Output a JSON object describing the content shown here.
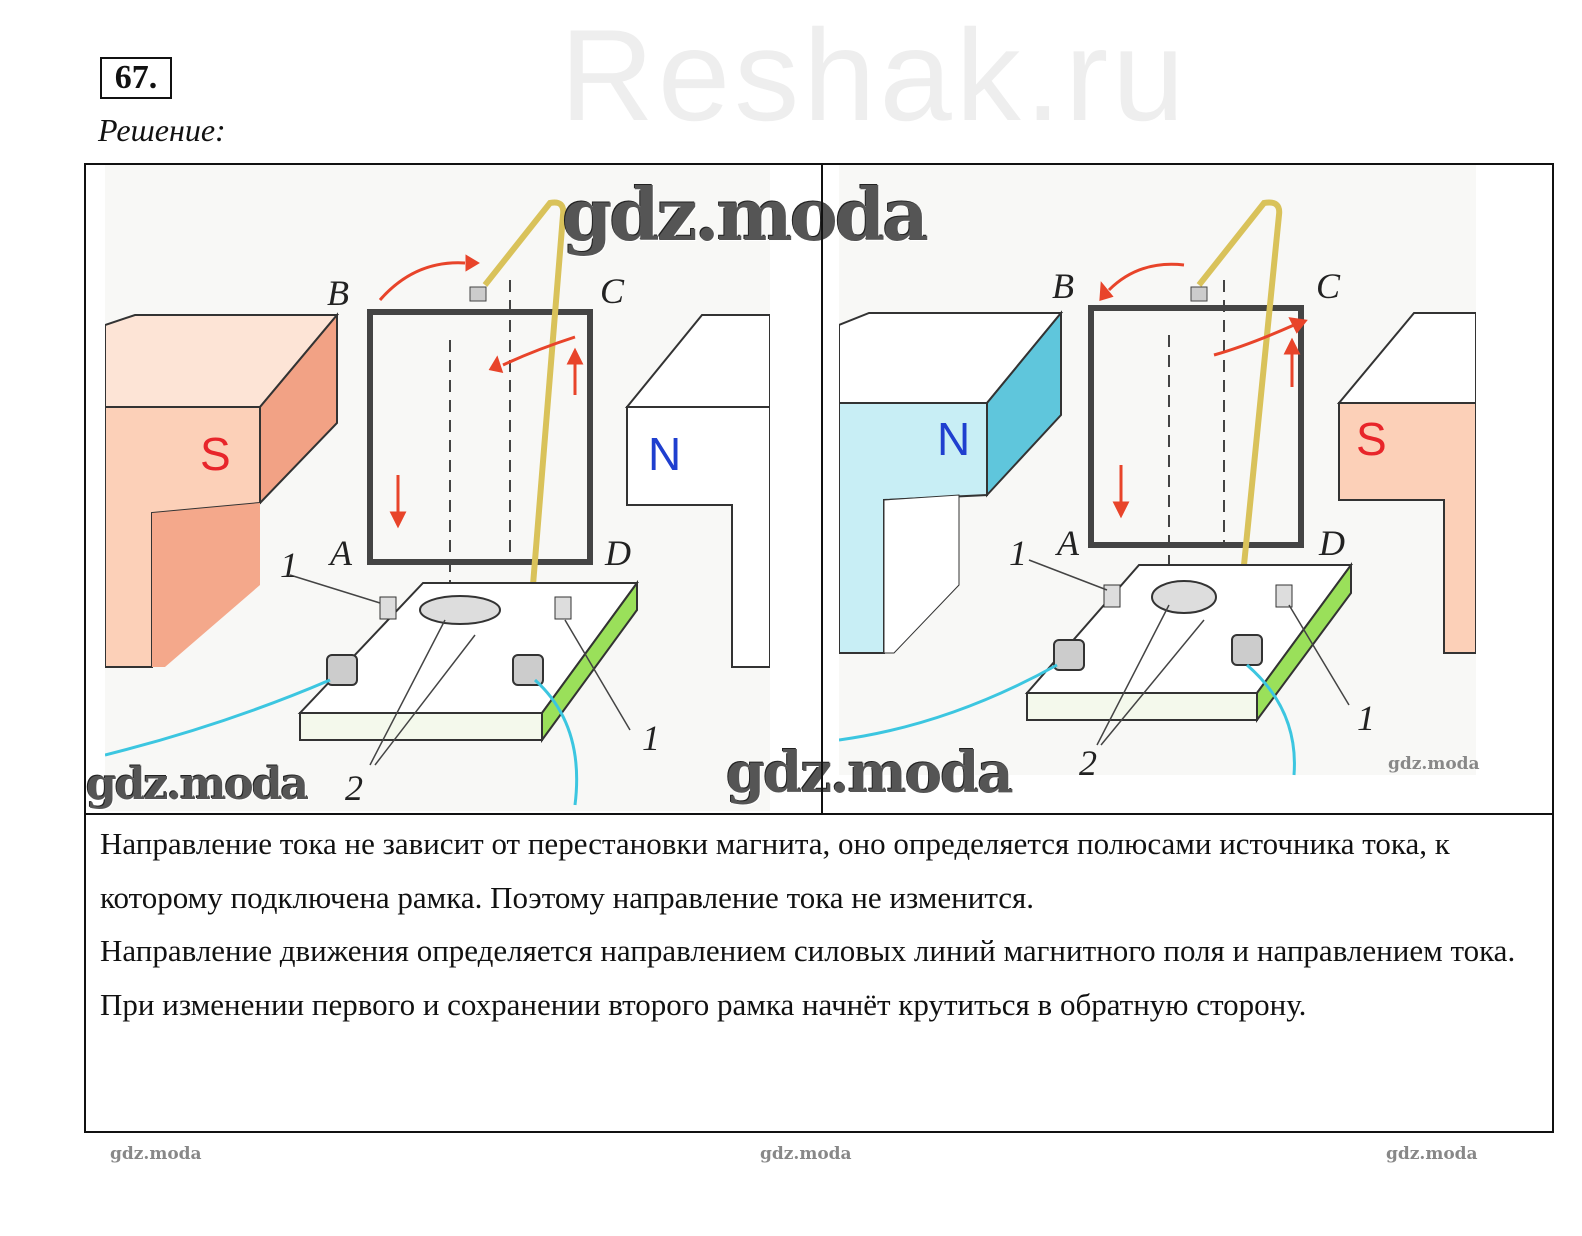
{
  "task_number": "67.",
  "solution_label": "Решение:",
  "figures": [
    {
      "labels": {
        "B": "B",
        "C": "C",
        "A": "A",
        "D": "D",
        "one_a": "1",
        "one_b": "1",
        "two": "2"
      },
      "left_pole": "S",
      "right_pole": "N"
    },
    {
      "labels": {
        "B": "B",
        "C": "C",
        "A": "A",
        "D": "D",
        "one_a": "1",
        "one_b": "1",
        "two": "2"
      },
      "left_pole": "N",
      "right_pole": "S"
    }
  ],
  "paragraphs": [
    "Направление тока не зависит от перестановки магнита, оно определяется полюсами источника тока, к которому подключена рамка. Поэтому направление тока не изменится.",
    "Направление движения определяется направлением силовых линий магнитного поля и направлением тока. При изменении первого и сохранении второго рамка начнёт крутиться в обратную сторону."
  ],
  "watermarks": {
    "main": "gdz.moda",
    "faint": "Reshak.ru"
  },
  "colors": {
    "south": "#f5b49a",
    "north": "#8fd6e6",
    "pole_S_text": "#e8252a",
    "pole_N_text": "#1f3fcf",
    "arrow": "#e8442a",
    "wire": "#d9c25a",
    "cable": "#3cc6e0"
  }
}
